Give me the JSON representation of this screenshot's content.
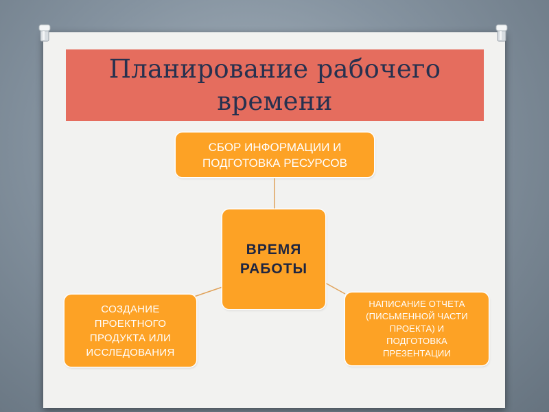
{
  "slide": {
    "title": "Планирование рабочего\nвремени"
  },
  "diagram": {
    "center": "ВРЕМЯ\nРАБОТЫ",
    "top": "СБОР ИНФОРМАЦИИ И\nПОДГОТОВКА РЕСУРСОВ",
    "bottom_left": "СОЗДАНИЕ\nПРОЕКТНОГО\nПРОДУКТА ИЛИ\nИССЛЕДОВАНИЯ",
    "bottom_right": "НАПИСАНИЕ ОТЧЕТА\n(ПИСЬМЕННОЙ ЧАСТИ\nПРОЕКТА) И\nПОДГОТОВКА\nПРЕЗЕНТАЦИИ"
  },
  "colors": {
    "title_bar": "#e56d5e",
    "node_fill": "#fda225",
    "connector": "#e0a25a",
    "background": "#8593a0",
    "card": "#f2f2f0"
  },
  "icons": [
    "pin-icon"
  ]
}
